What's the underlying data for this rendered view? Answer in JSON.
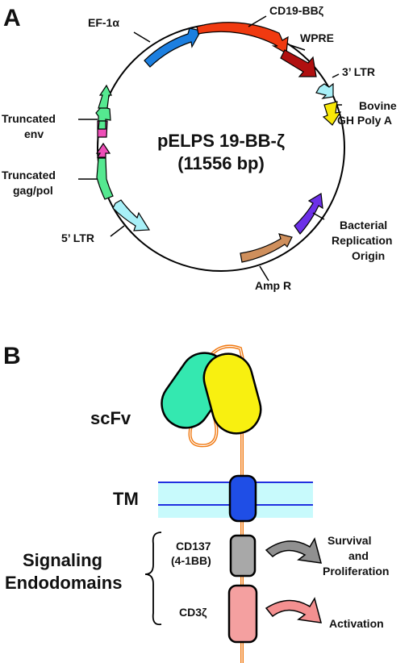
{
  "panel_a": {
    "letter": "A",
    "plasmid": {
      "name": "pELPS 19-BB-ζ",
      "size": "(11556 bp)"
    },
    "labels": {
      "ef1a": "EF-1α",
      "cd19": "CD19-BBζ",
      "wpre": "WPRE",
      "ltr3": "3’ LTR",
      "bovine_1": "Bovine",
      "bovine_2": "GH Poly A",
      "trunc_env_1": "Truncated",
      "trunc_env_2": "env",
      "trunc_gag_1": "Truncated",
      "trunc_gag_2": "gag/pol",
      "ltr5": "5’ LTR",
      "bact_1": "Bacterial",
      "bact_2": "Replication",
      "bact_3": "Origin",
      "ampr": "Amp R"
    },
    "colors": {
      "ef1a": "#1c7fe0",
      "cd19": "#f03a10",
      "wpre": "#b01010",
      "ltr": "#a8f0f8",
      "bovine": "#f8e808",
      "env": "#ee4fb8",
      "gag": "#55e890",
      "bact": "#6c30e8",
      "ampr": "#cf8f5c"
    }
  },
  "panel_b": {
    "letter": "B",
    "labels": {
      "scfv": "scFv",
      "tm": "TM",
      "signaling_1": "Signaling",
      "signaling_2": "Endodomains",
      "cd137_1": "CD137",
      "cd137_2": "(4-1BB)",
      "cd3z": "CD3ζ",
      "survival_1": "Survival",
      "survival_2": "and",
      "survival_3": "Proliferation",
      "activation": "Activation"
    },
    "colors": {
      "vh": "#34e8b0",
      "vl": "#f8f010",
      "linker": "#f07810",
      "membrane": "#c8fafc",
      "tm": "#1f4ee6",
      "cd137": "#a8a8a8",
      "cd3z": "#f4a0a0",
      "arrow_survival": "#909090",
      "arrow_activation": "#f49090"
    }
  }
}
